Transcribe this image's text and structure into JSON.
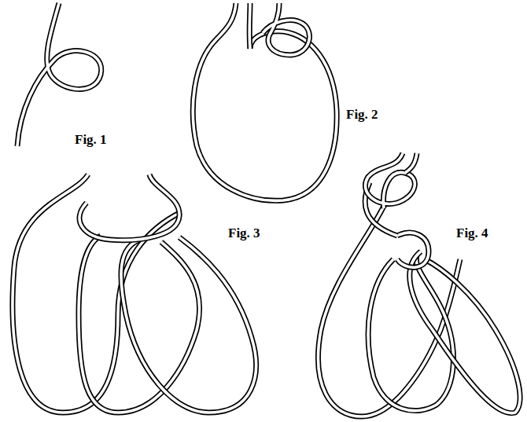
{
  "diagram": {
    "labels": [
      "Fig. 1",
      "Fig. 2",
      "Fig. 3",
      "Fig. 4"
    ]
  }
}
